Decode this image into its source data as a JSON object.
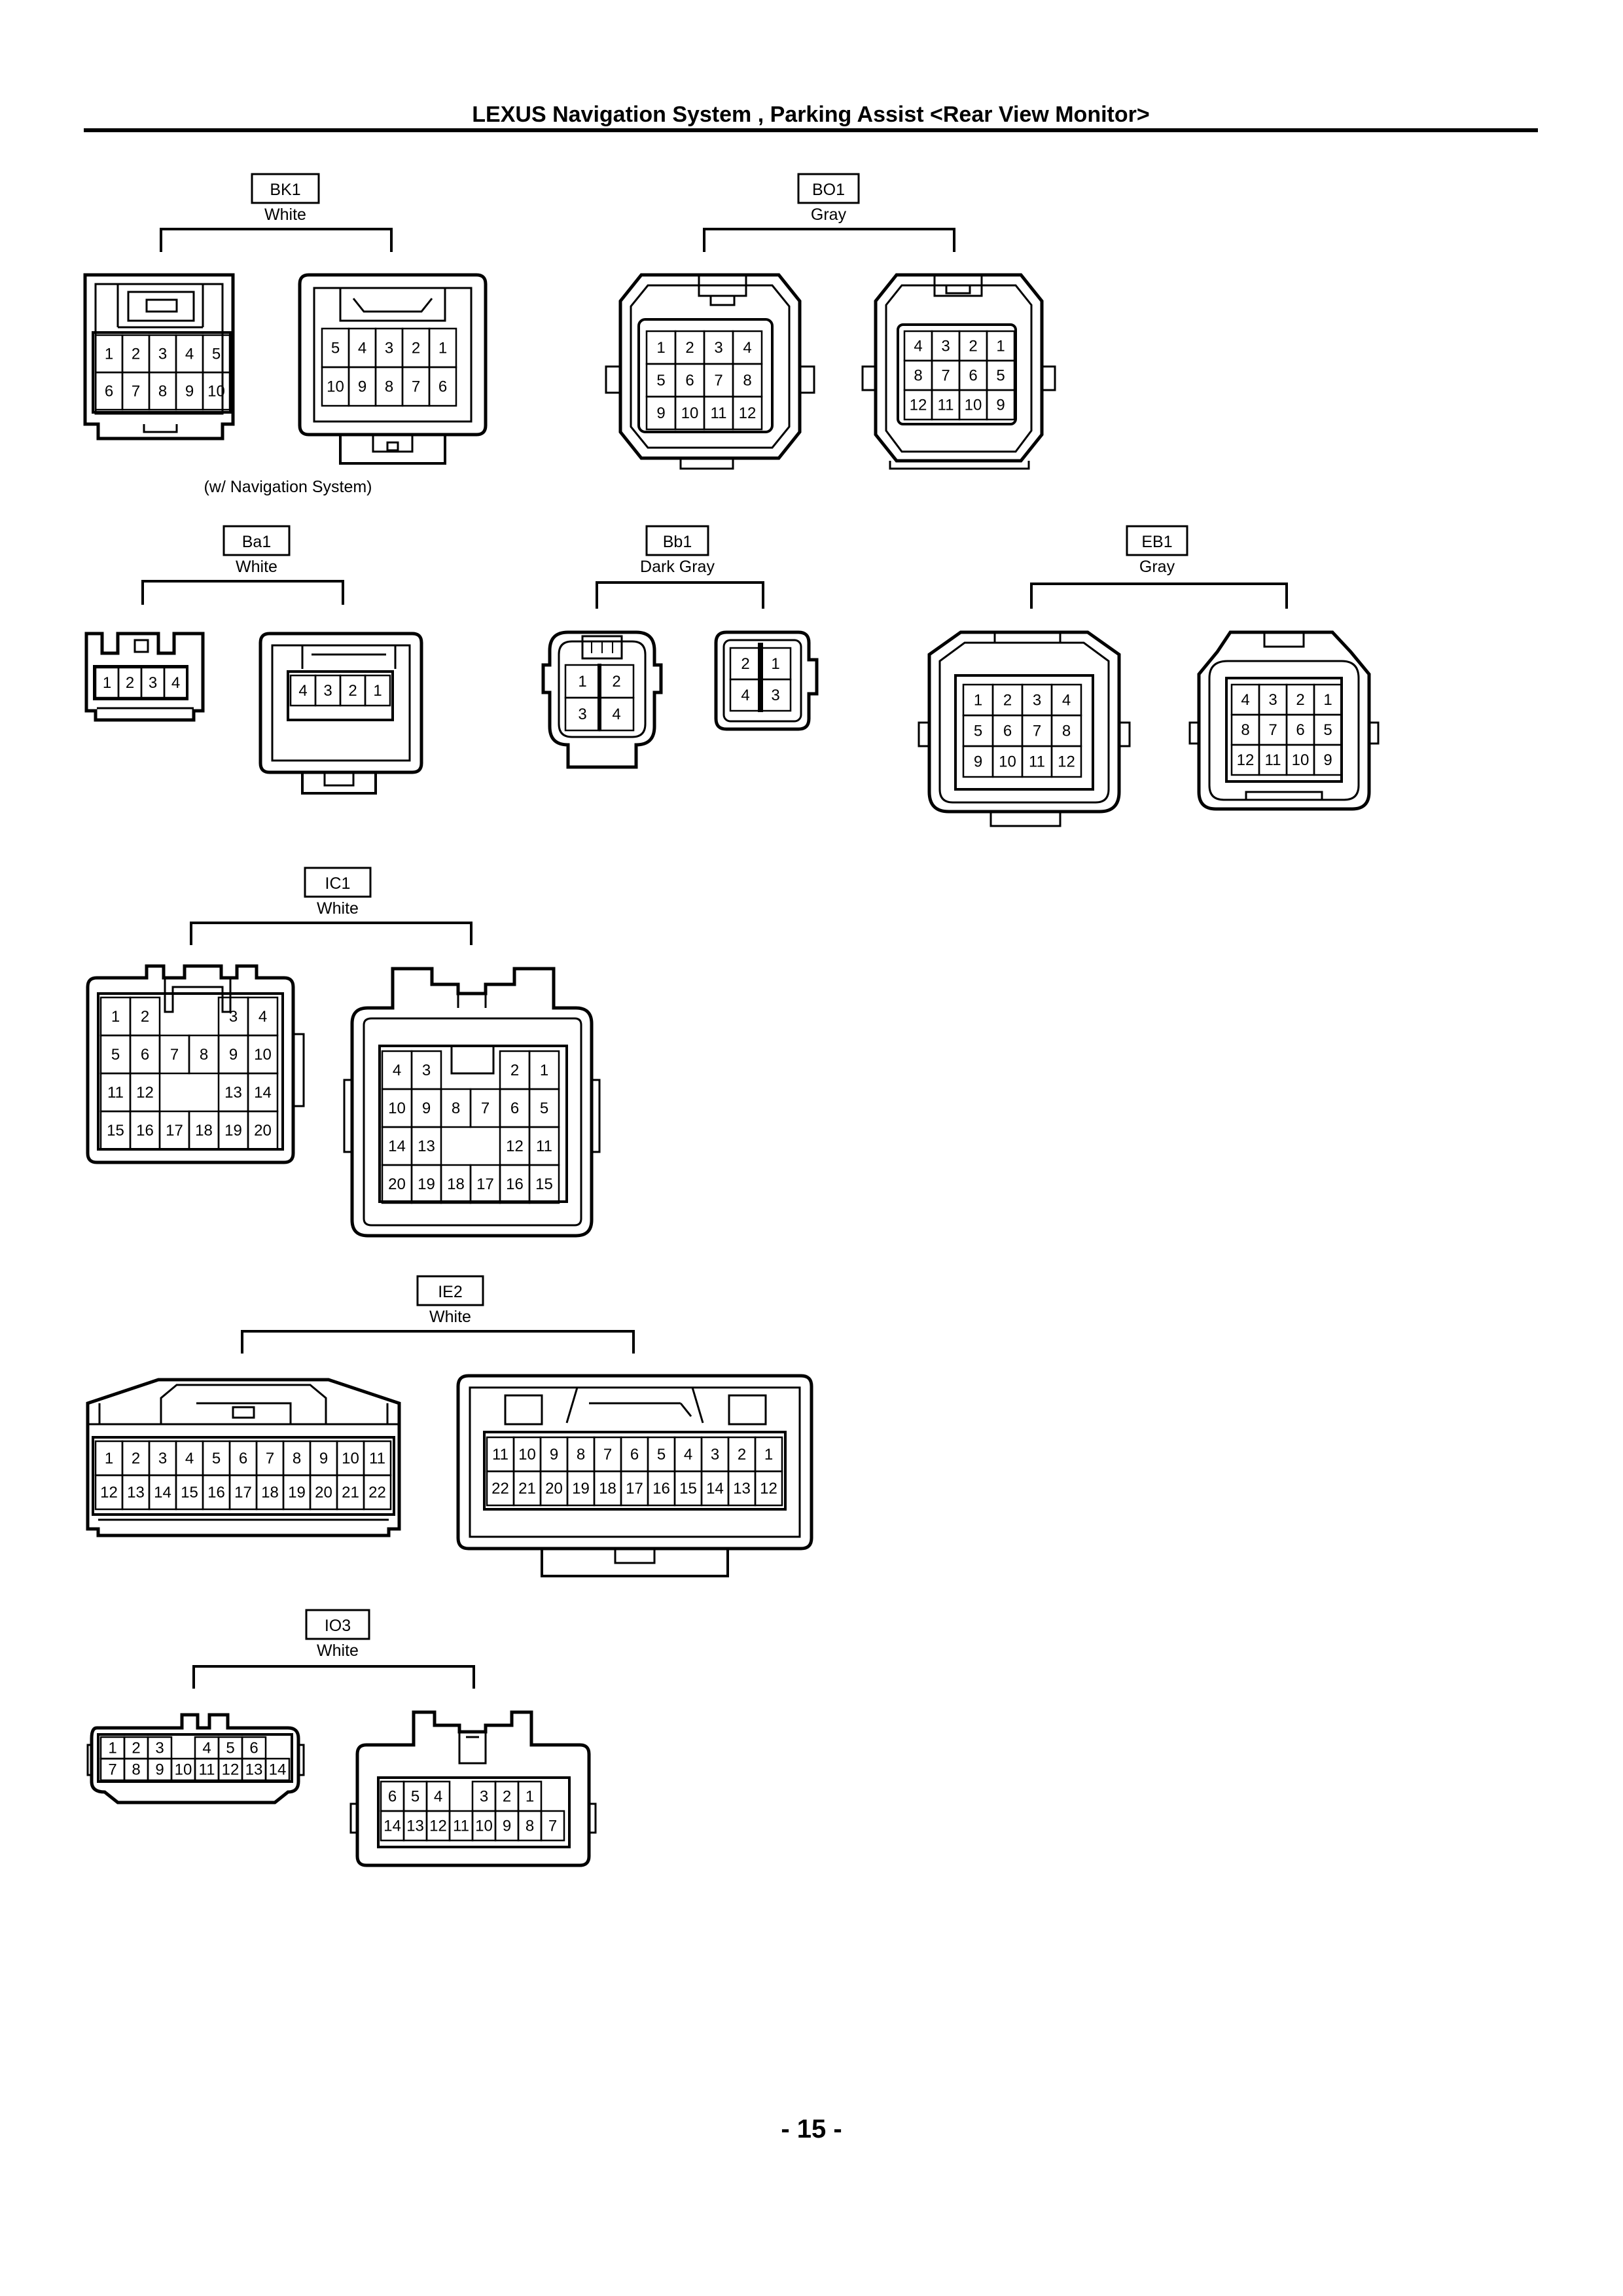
{
  "header": {
    "title": "LEXUS Navigation System , Parking Assist <Rear View Monitor>"
  },
  "page_number": "- 15 -",
  "connectors": {
    "BK1": {
      "code": "BK1",
      "color": "White",
      "note": "(w/ Navigation System)",
      "left_pins": [
        [
          "1",
          "2",
          "3",
          "4",
          "5"
        ],
        [
          "6",
          "7",
          "8",
          "9",
          "10"
        ]
      ],
      "right_pins": [
        [
          "5",
          "4",
          "3",
          "2",
          "1"
        ],
        [
          "10",
          "9",
          "8",
          "7",
          "6"
        ]
      ]
    },
    "BO1": {
      "code": "BO1",
      "color": "Gray",
      "left_pins": [
        [
          "1",
          "2",
          "3",
          "4"
        ],
        [
          "5",
          "6",
          "7",
          "8"
        ],
        [
          "9",
          "10",
          "11",
          "12"
        ]
      ],
      "right_pins": [
        [
          "4",
          "3",
          "2",
          "1"
        ],
        [
          "8",
          "7",
          "6",
          "5"
        ],
        [
          "12",
          "11",
          "10",
          "9"
        ]
      ]
    },
    "Ba1": {
      "code": "Ba1",
      "color": "White",
      "left_pins": [
        [
          "1",
          "2",
          "3",
          "4"
        ]
      ],
      "right_pins": [
        [
          "4",
          "3",
          "2",
          "1"
        ]
      ]
    },
    "Bb1": {
      "code": "Bb1",
      "color": "Dark Gray",
      "left_pins": [
        [
          "1",
          "2"
        ],
        [
          "3",
          "4"
        ]
      ],
      "right_pins": [
        [
          "2",
          "1"
        ],
        [
          "4",
          "3"
        ]
      ]
    },
    "EB1": {
      "code": "EB1",
      "color": "Gray",
      "left_pins": [
        [
          "1",
          "2",
          "3",
          "4"
        ],
        [
          "5",
          "6",
          "7",
          "8"
        ],
        [
          "9",
          "10",
          "11",
          "12"
        ]
      ],
      "right_pins": [
        [
          "4",
          "3",
          "2",
          "1"
        ],
        [
          "8",
          "7",
          "6",
          "5"
        ],
        [
          "12",
          "11",
          "10",
          "9"
        ]
      ]
    },
    "IC1": {
      "code": "IC1",
      "color": "White",
      "left_pins": [
        [
          "1",
          "2",
          "",
          "",
          "3",
          "4"
        ],
        [
          "5",
          "6",
          "7",
          "8",
          "9",
          "10"
        ],
        [
          "11",
          "12",
          "",
          "",
          "13",
          "14"
        ],
        [
          "15",
          "16",
          "17",
          "18",
          "19",
          "20"
        ]
      ],
      "right_pins": [
        [
          "4",
          "3",
          "",
          "",
          "2",
          "1"
        ],
        [
          "10",
          "9",
          "8",
          "7",
          "6",
          "5"
        ],
        [
          "14",
          "13",
          "",
          "",
          "12",
          "11"
        ],
        [
          "20",
          "19",
          "18",
          "17",
          "16",
          "15"
        ]
      ]
    },
    "IE2": {
      "code": "IE2",
      "color": "White",
      "left_pins": [
        [
          "1",
          "2",
          "3",
          "4",
          "5",
          "6",
          "7",
          "8",
          "9",
          "10",
          "11"
        ],
        [
          "12",
          "13",
          "14",
          "15",
          "16",
          "17",
          "18",
          "19",
          "20",
          "21",
          "22"
        ]
      ],
      "right_pins": [
        [
          "11",
          "10",
          "9",
          "8",
          "7",
          "6",
          "5",
          "4",
          "3",
          "2",
          "1"
        ],
        [
          "22",
          "21",
          "20",
          "19",
          "18",
          "17",
          "16",
          "15",
          "14",
          "13",
          "12"
        ]
      ]
    },
    "IO3": {
      "code": "IO3",
      "color": "White",
      "left_pins": [
        [
          "1",
          "2",
          "3",
          "",
          "4",
          "5",
          "6"
        ],
        [
          "7",
          "8",
          "9",
          "10",
          "11",
          "12",
          "13",
          "14"
        ]
      ],
      "right_pins": [
        [
          "6",
          "5",
          "4",
          "",
          "3",
          "2",
          "1"
        ],
        [
          "14",
          "13",
          "12",
          "11",
          "10",
          "9",
          "8",
          "7"
        ]
      ]
    }
  }
}
